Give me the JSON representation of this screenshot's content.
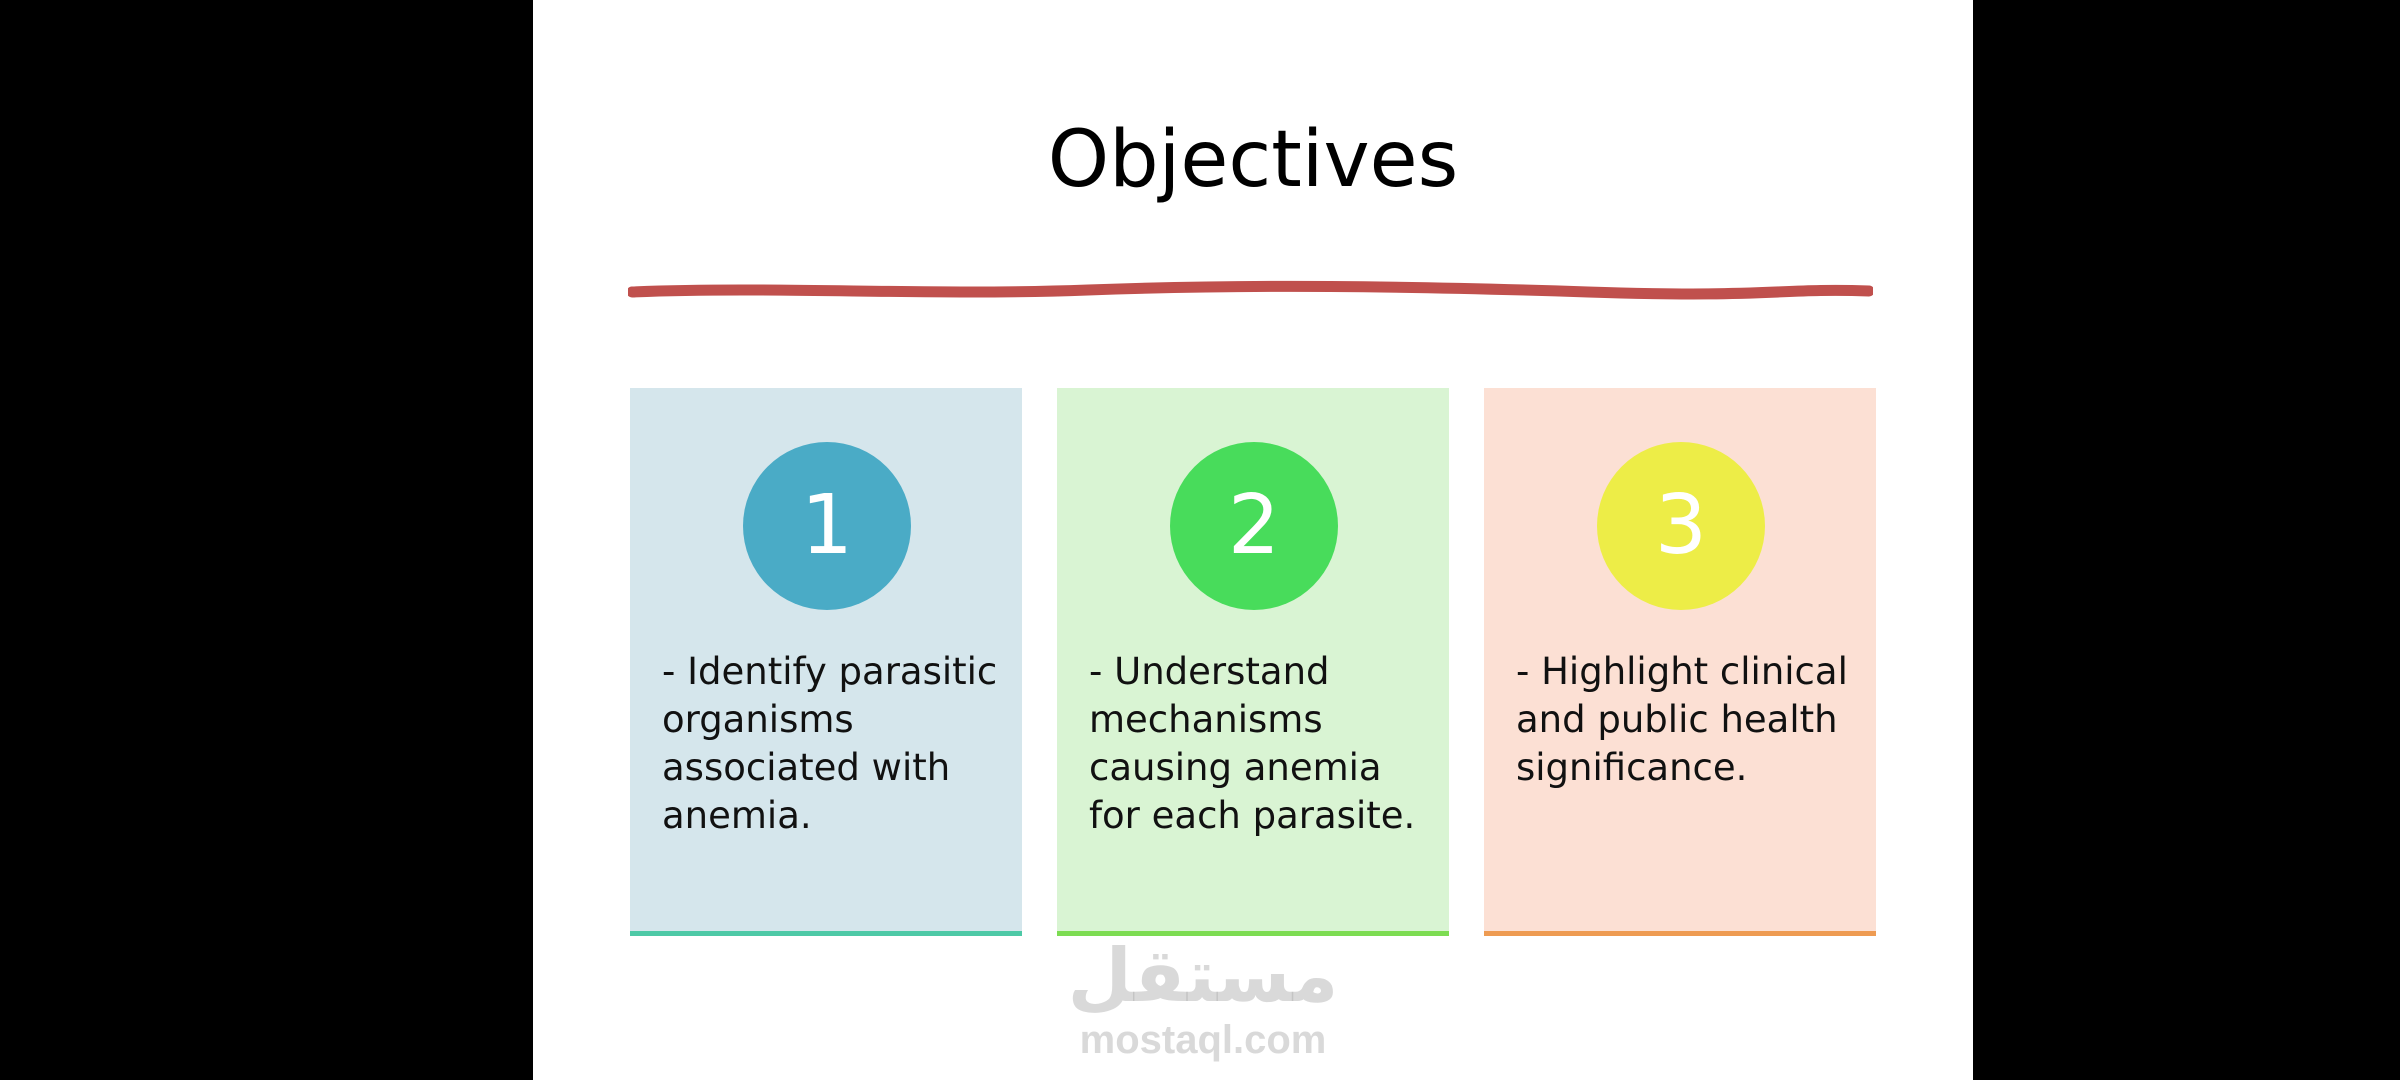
{
  "slide": {
    "title": "Objectives",
    "underline_color": "#c0504d",
    "cards": [
      {
        "number": "1",
        "text": "- Identify parasitic\norganisms\nassociated with\nanemia.",
        "background": "#d5e6ec",
        "circle_color": "#4aabc6",
        "accent_color": "#4dc9a6"
      },
      {
        "number": "2",
        "text": "- Understand\nmechanisms\ncausing anemia\nfor each parasite.",
        "background": "#d9f4d3",
        "circle_color": "#48dc5b",
        "accent_color": "#7cdc52"
      },
      {
        "number": "3",
        "text": "- Highlight clinical\nand public health\nsignificance.",
        "background": "#fce0d4",
        "circle_color": "#eded47",
        "accent_color": "#ee9b52"
      }
    ]
  },
  "watermark": {
    "arabic": "مستقل",
    "latin": "mostaql.com"
  }
}
